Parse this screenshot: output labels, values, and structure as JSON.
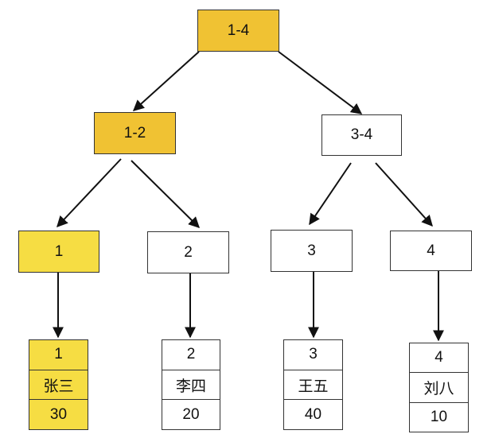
{
  "colors": {
    "highlight": "#f0c233",
    "highlight_light": "#f6dd43",
    "line": "#111111"
  },
  "tree": {
    "root": {
      "label": "1-4"
    },
    "left": {
      "label": "1-2"
    },
    "right": {
      "label": "3-4"
    },
    "keys": [
      {
        "label": "1"
      },
      {
        "label": "2"
      },
      {
        "label": "3"
      },
      {
        "label": "4"
      }
    ]
  },
  "records": [
    {
      "id": "1",
      "name": "张三",
      "value": "30"
    },
    {
      "id": "2",
      "name": "李四",
      "value": "20"
    },
    {
      "id": "3",
      "name": "王五",
      "value": "40"
    },
    {
      "id": "4",
      "name": "刘八",
      "value": "10"
    }
  ]
}
